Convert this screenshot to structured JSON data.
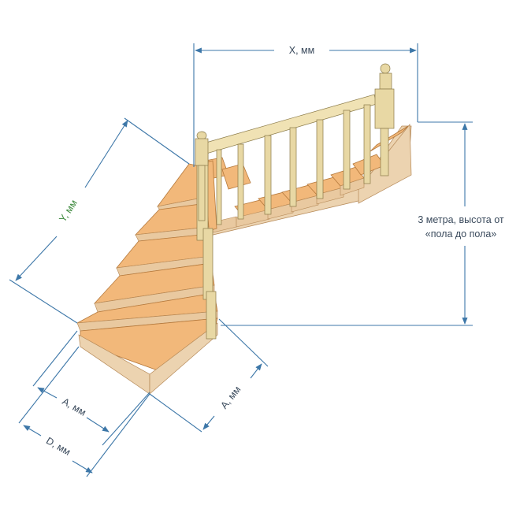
{
  "dimensions": {
    "x_label": "X, мм",
    "y_label": "Y, мм",
    "height_label_line1": "3 метра, высота от",
    "height_label_line2": "«пола до пола»",
    "a_label_left": "A, мм",
    "a_label_right": "A, мм",
    "d_label": "D, мм"
  },
  "colors": {
    "dimension_lines": "#3d77a8",
    "y_label": "#3f8a3f",
    "tread": "#f2b87a",
    "stringer": "#ecd3b0",
    "balusters": "#e8d8a4"
  }
}
